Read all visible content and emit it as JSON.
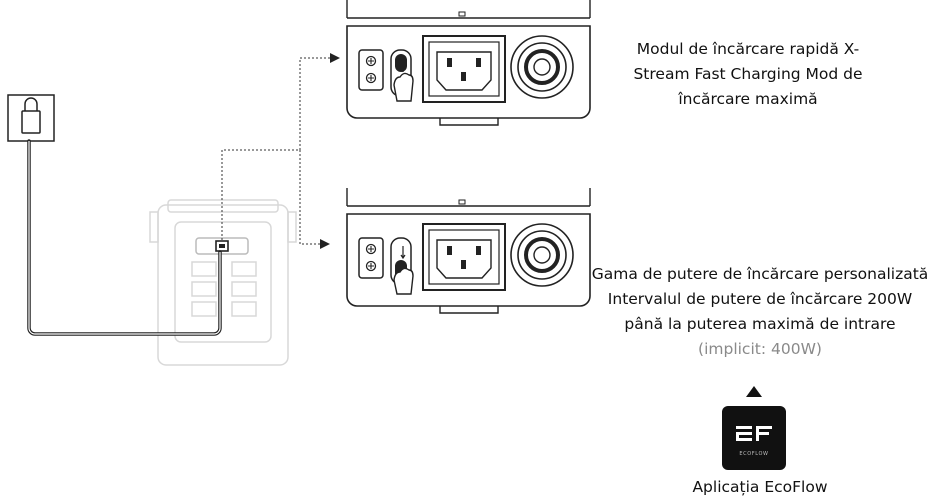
{
  "labels": {
    "fast_charging": "Modul de încărcare rapidă X-Stream Fast Charging Mod de încărcare maximă",
    "custom_range_main": "Gama de putere de încărcare personalizată Intervalul de putere de încărcare 200W până la puterea maximă de intrare ",
    "custom_range_default": "(implicit: 400W)",
    "app_name": "Aplicația EcoFlow"
  },
  "app_icon": {
    "brand_text": "ECOFLOW",
    "color": "#111111"
  },
  "colors": {
    "line": "#222222",
    "faint": "#d8d8d8",
    "muted_text": "#8a8a8a"
  }
}
